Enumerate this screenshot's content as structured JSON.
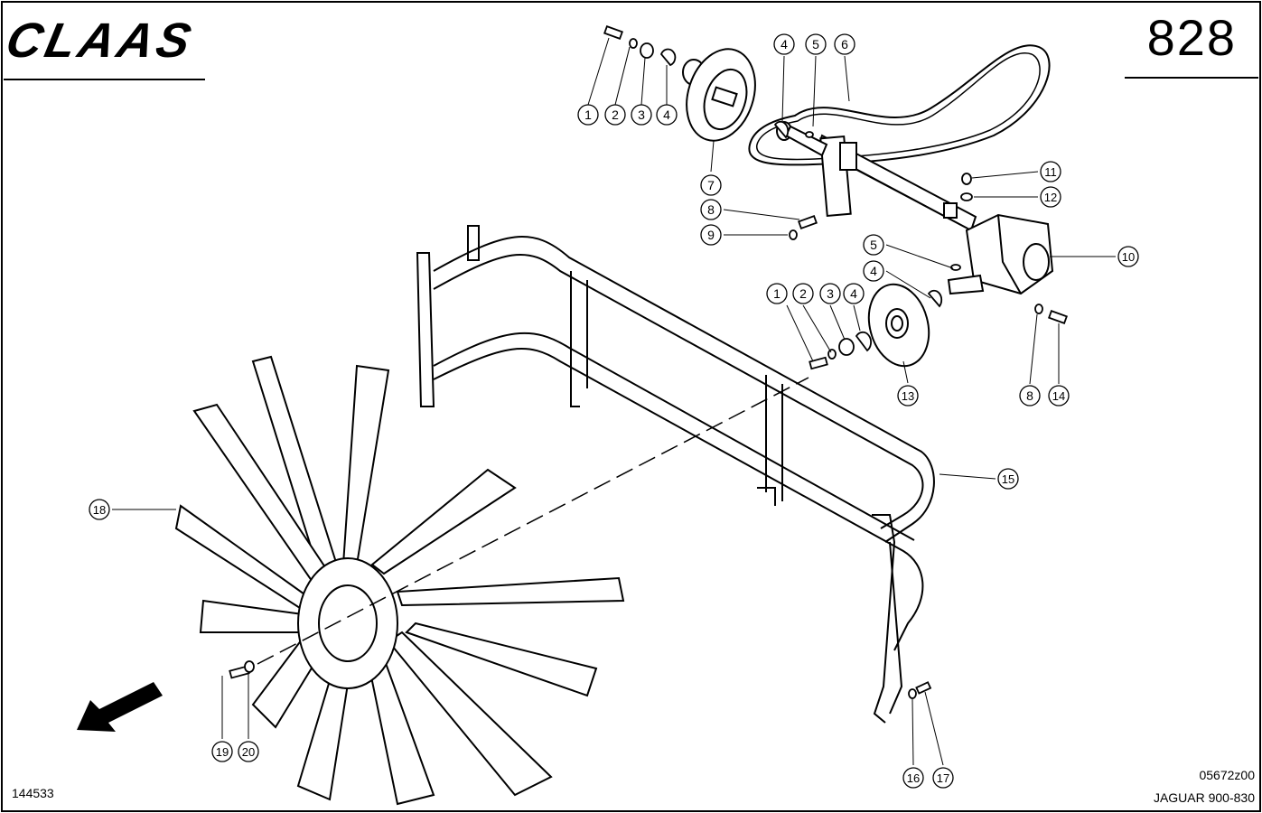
{
  "header": {
    "brand": "CLAAS",
    "page_number": "828"
  },
  "footer": {
    "sheet_id": "144533",
    "drawing_code": "05672z00",
    "model": "JAGUAR 900-830"
  },
  "callouts": [
    {
      "id": "c-1a",
      "label": "1"
    },
    {
      "id": "c-2a",
      "label": "2"
    },
    {
      "id": "c-3a",
      "label": "3"
    },
    {
      "id": "c-4a",
      "label": "4"
    },
    {
      "id": "c-4b",
      "label": "4"
    },
    {
      "id": "c-5a",
      "label": "5"
    },
    {
      "id": "c-6",
      "label": "6"
    },
    {
      "id": "c-7",
      "label": "7"
    },
    {
      "id": "c-8a",
      "label": "8"
    },
    {
      "id": "c-9",
      "label": "9"
    },
    {
      "id": "c-11",
      "label": "11"
    },
    {
      "id": "c-12",
      "label": "12"
    },
    {
      "id": "c-10",
      "label": "10"
    },
    {
      "id": "c-5b",
      "label": "5"
    },
    {
      "id": "c-4c",
      "label": "4"
    },
    {
      "id": "c-1b",
      "label": "1"
    },
    {
      "id": "c-2b",
      "label": "2"
    },
    {
      "id": "c-3b",
      "label": "3"
    },
    {
      "id": "c-4d",
      "label": "4"
    },
    {
      "id": "c-13",
      "label": "13"
    },
    {
      "id": "c-8b",
      "label": "8"
    },
    {
      "id": "c-14",
      "label": "14"
    },
    {
      "id": "c-15",
      "label": "15"
    },
    {
      "id": "c-18",
      "label": "18"
    },
    {
      "id": "c-19",
      "label": "19"
    },
    {
      "id": "c-20",
      "label": "20"
    },
    {
      "id": "c-16",
      "label": "16"
    },
    {
      "id": "c-17",
      "label": "17"
    }
  ]
}
